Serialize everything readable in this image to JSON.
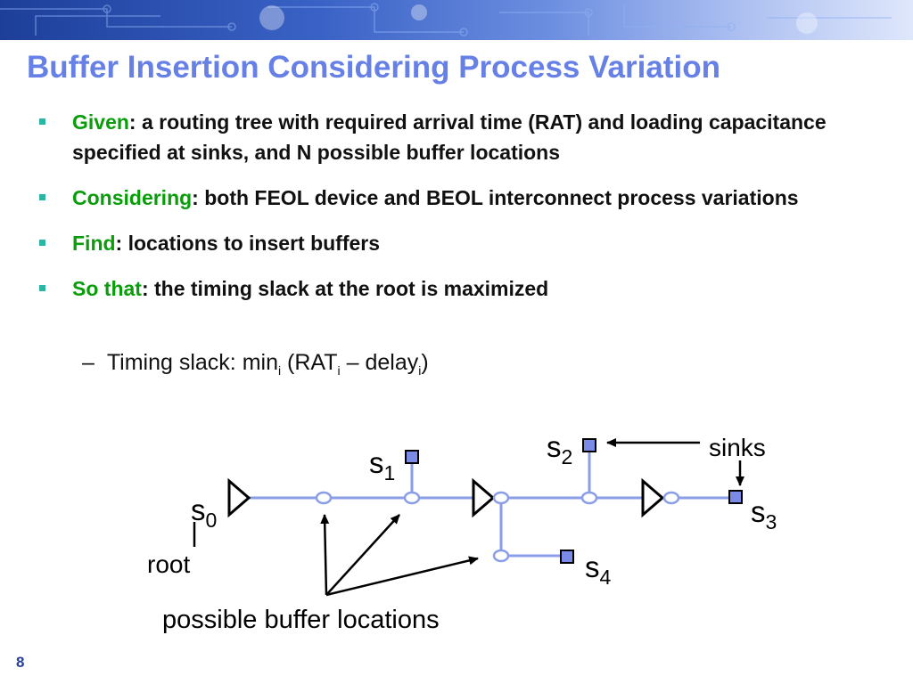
{
  "slide": {
    "title": "Buffer Insertion Considering Process Variation",
    "bullets": [
      {
        "keyword": "Given",
        "text": ": a routing tree with required arrival time (RAT) and loading capacitance specified at sinks, and N possible buffer locations"
      },
      {
        "keyword": "Considering",
        "text": ": both FEOL device and BEOL interconnect process variations"
      },
      {
        "keyword": "Find",
        "text": ": locations to insert buffers"
      },
      {
        "keyword": "So that",
        "text": ": the timing slack at the root is maximized"
      }
    ],
    "sub_bullet": {
      "dash": "–",
      "prefix": "Timing slack: min",
      "i1": "i",
      "mid": " (RAT",
      "i2": "i",
      "mid2": " – delay",
      "i3": "i",
      "suffix": ")"
    },
    "page_number": "8"
  },
  "diagram": {
    "root_label": "root",
    "sinks_label": "sinks",
    "buffer_locations_label": "possible buffer locations",
    "nodes": {
      "s0": {
        "base": "s",
        "sub": "0"
      },
      "s1": {
        "base": "s",
        "sub": "1"
      },
      "s2": {
        "base": "s",
        "sub": "2"
      },
      "s3": {
        "base": "s",
        "sub": "3"
      },
      "s4": {
        "base": "s",
        "sub": "4"
      }
    },
    "colors": {
      "wire": "#8a9ee8",
      "node_fill": "#7b8ae6",
      "circle_stroke": "#8a9ee8",
      "ink": "#000000"
    }
  },
  "theme": {
    "title_color": "#6680e6",
    "keyword_color": "#0a9d0a",
    "bullet_color": "#2bb6a3"
  }
}
